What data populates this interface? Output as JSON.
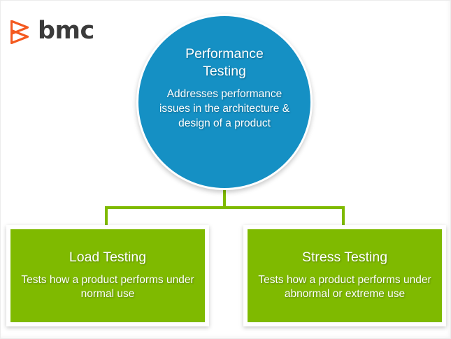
{
  "brand": {
    "logo_mark": "bmc-arrow-logo-mark",
    "logo_text": "bmc",
    "logo_color": "#f4591f",
    "wordmark_color": "#3b3b3b"
  },
  "diagram": {
    "type": "hierarchy",
    "root": {
      "title": "Performance\nTesting",
      "title_line1": "Performance",
      "title_line2": "Testing",
      "description": "Addresses performance issues in the architecture & design of a product",
      "shape": "circle",
      "fill_color": "#1590c4",
      "text_color": "#ffffff"
    },
    "connector_color": "#7fba00",
    "children": [
      {
        "title": "Load Testing",
        "description": "Tests how a product performs under normal use",
        "shape": "rectangle",
        "fill_color": "#7fba00",
        "text_color": "#ffffff"
      },
      {
        "title": "Stress Testing",
        "description": "Tests how a product performs under abnormal or extreme use",
        "shape": "rectangle",
        "fill_color": "#7fba00",
        "text_color": "#ffffff"
      }
    ]
  }
}
